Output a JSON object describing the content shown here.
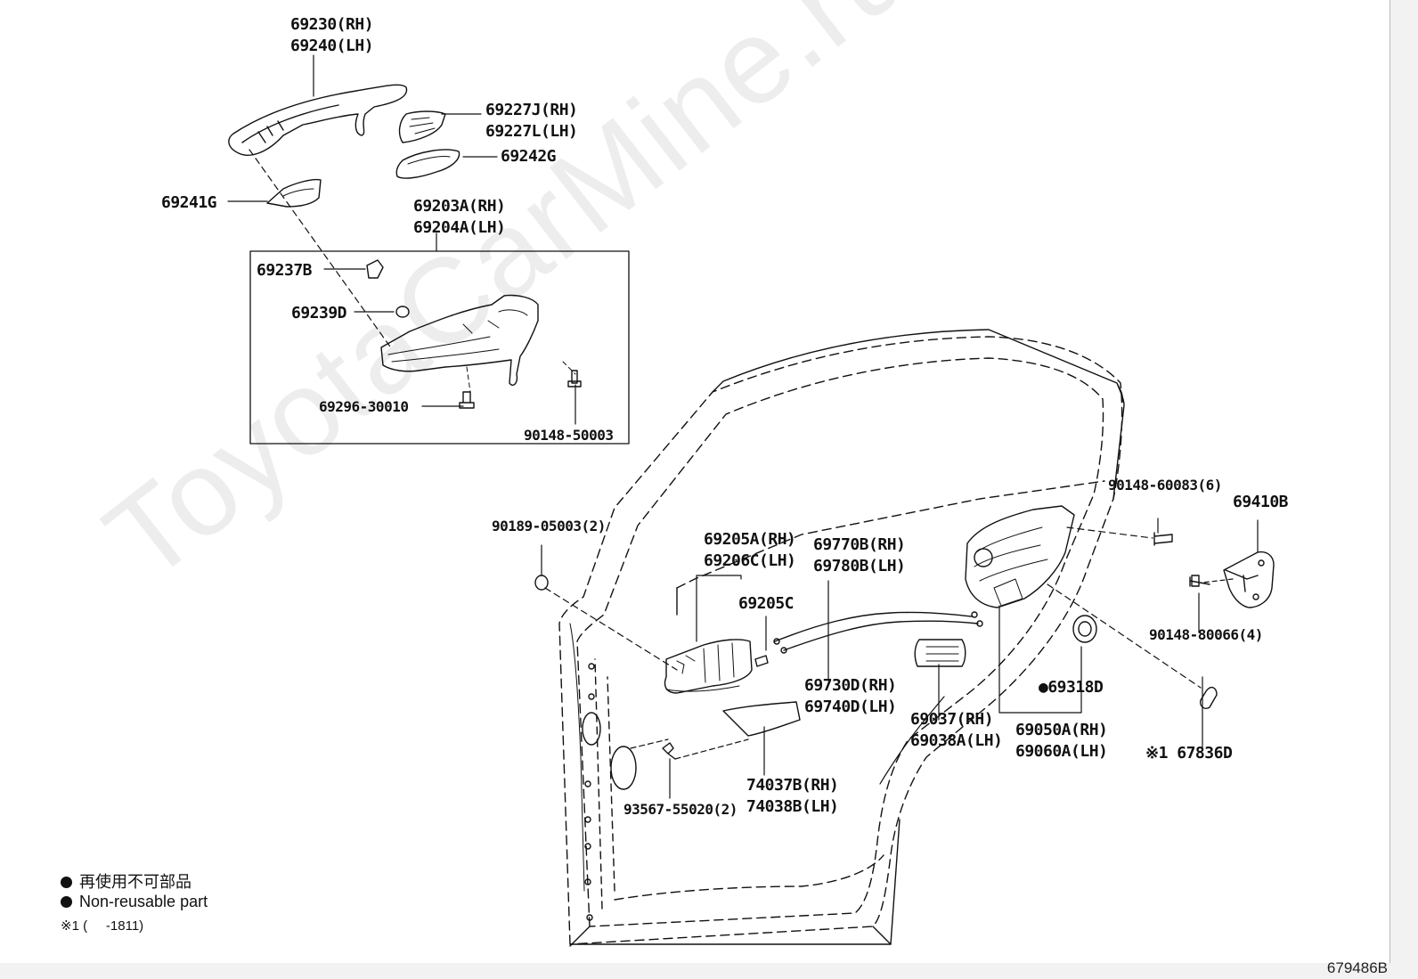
{
  "watermark": "ToyotaCarMine.ru",
  "diagram_id": "679486B",
  "legend": {
    "jp_text": "再使用不可部品",
    "en_text": "Non-reusable part",
    "note": "※1 (     -1811)"
  },
  "parts": {
    "outer_handle": "69230(RH)\n69240(LH)",
    "cap_227": "69227J(RH)\n69227L(LH)",
    "pad_242": "69242G",
    "pad_241": "69241G",
    "frame_assy": "69203A(RH)\n69204A(LH)",
    "p_237": "69237B",
    "p_239": "69239D",
    "bolt_296": "69296-30010",
    "bolt_148_50003": "90148-50003",
    "nut_189": "90189-05003(2)",
    "inner_handle": "69205A(RH)\n69206C(LH)",
    "cable_770": "69770B(RH)\n69780B(LH)",
    "p_205c": "69205C",
    "cable_730": "69730D(RH)\n69740D(LH)",
    "bolt_60083": "90148-60083(6)",
    "striker": "69410B",
    "bolt_80066": "90148-80066(4)",
    "seal_318": "●69318D",
    "lock_assy": "69050A(RH)\n69060A(LH)",
    "p_037": "69037(RH)\n69038A(LH)",
    "p_836": "※1 67836D",
    "cover_037": "74037B(RH)\n74038B(LH)",
    "screw_567": "93567-55020(2)"
  }
}
